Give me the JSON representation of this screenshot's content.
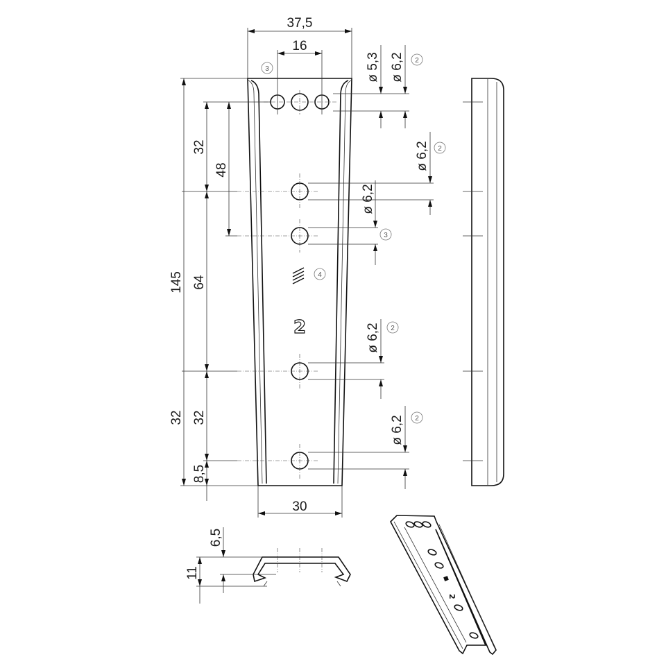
{
  "drawing": {
    "part_marking": "2",
    "dimensions": {
      "overall_width_top": "37,5",
      "hole_spacing_top": "16",
      "width_bottom": "30",
      "overall_length": "145",
      "outer_bottom_segment": "32",
      "seg_top": "32",
      "seg_middle": "64",
      "seg_lower": "32",
      "seg_bottom": "8,5",
      "seg_48": "48",
      "profile_height": "11",
      "profile_lip": "6,5"
    },
    "diameters": {
      "top_small": "ø 5,3",
      "top_large": "ø 6,2",
      "hole_right_upper": "ø 6,2",
      "hole_second": "ø 6,2",
      "hole_lower": "ø 6,2",
      "hole_bottom": "ø 6,2"
    },
    "callouts": {
      "c_top_left": "3",
      "c_top_right": "2",
      "c_right_upper": "2",
      "c_second": "3",
      "c_marking": "4",
      "c_lower": "2",
      "c_bottom": "2"
    }
  }
}
